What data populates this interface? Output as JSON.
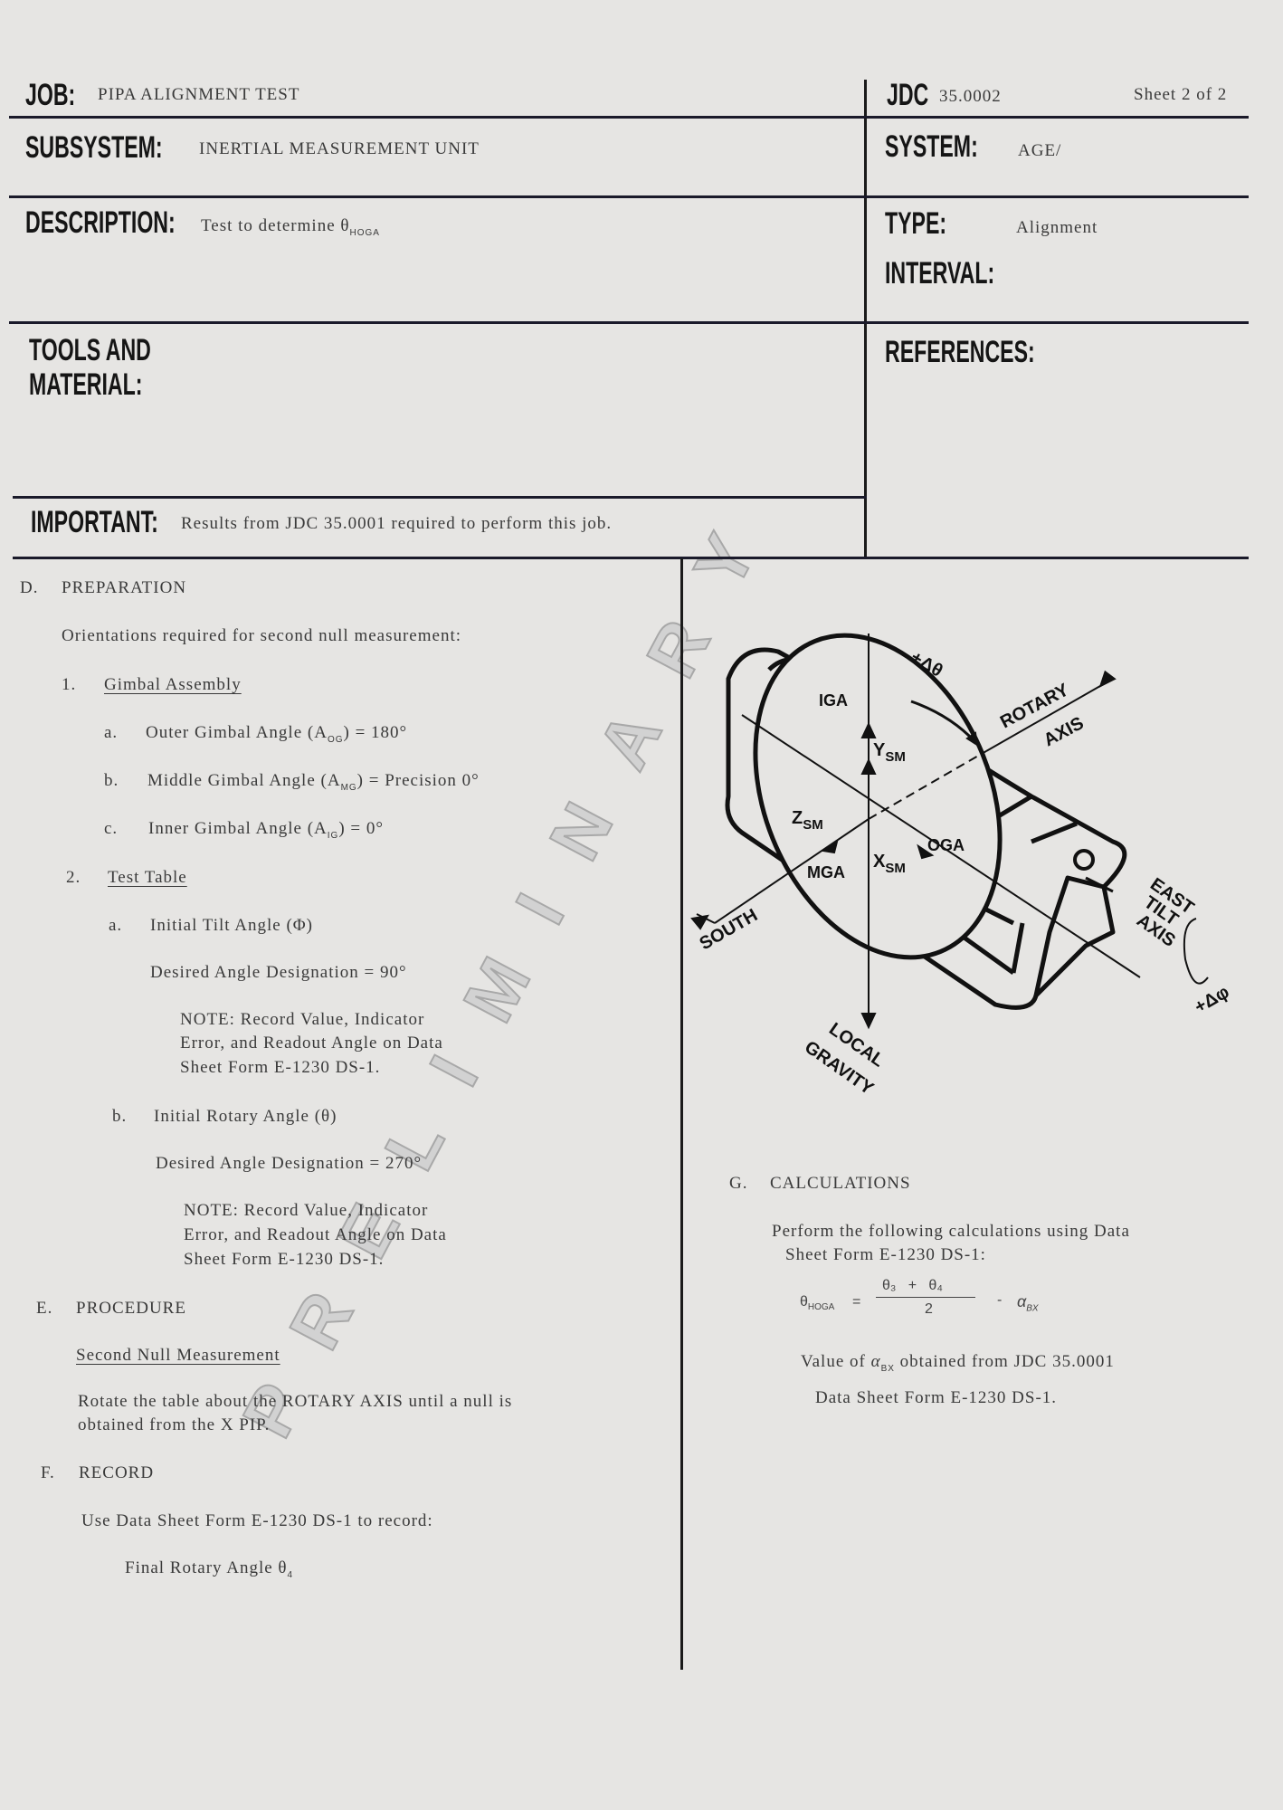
{
  "header": {
    "job_label": "JOB:",
    "job_value": "PIPA ALIGNMENT TEST",
    "jdc_label": "JDC",
    "jdc_value": "35.0002",
    "sheet": "Sheet 2 of 2",
    "subsystem_label": "SUBSYSTEM:",
    "subsystem_value": "INERTIAL MEASUREMENT UNIT",
    "system_label": "SYSTEM:",
    "system_value": "AGE/",
    "description_label": "DESCRIPTION:",
    "description_value": "Test to determine θ",
    "description_sub": "HOGA",
    "type_label": "TYPE:",
    "type_value": "Alignment",
    "interval_label": "INTERVAL:",
    "tools_label_1": "TOOLS AND",
    "tools_label_2": "MATERIAL:",
    "references_label": "REFERENCES:",
    "important_label": "IMPORTANT:",
    "important_value": "Results from JDC 35.0001 required to perform this job."
  },
  "watermark": "PRELIMINARY",
  "preparation": {
    "letter": "D.",
    "title": "PREPARATION",
    "intro": "Orientations required for second null measurement:",
    "gimbal": {
      "num": "1.",
      "title": "Gimbal Assembly",
      "items": [
        {
          "letter": "a.",
          "text": "Outer Gimbal Angle (A",
          "sub": "OG",
          "value": ")  =  180°"
        },
        {
          "letter": "b.",
          "text": "Middle Gimbal Angle (A",
          "sub": "MG",
          "value": ")  =  Precision 0°"
        },
        {
          "letter": "c.",
          "text": "Inner Gimbal Angle (A",
          "sub": "IG",
          "value": ")  =  0°"
        }
      ]
    },
    "table": {
      "num": "2.",
      "title": "Test Table",
      "tilt": {
        "letter": "a.",
        "title": "Initial Tilt Angle (Φ)",
        "desired": "Desired Angle Designation  =  90°",
        "note": [
          "NOTE:  Record Value, Indicator",
          "Error,  and Readout Angle on Data",
          "Sheet Form E-1230 DS-1."
        ]
      },
      "rotary": {
        "letter": "b.",
        "title": "Initial Rotary Angle (θ)",
        "desired": "Desired Angle Designation  =  270°",
        "note": [
          "NOTE:  Record Value, Indicator",
          "Error,  and Readout Angle on Data",
          "Sheet Form E-1230 DS-1."
        ]
      }
    }
  },
  "procedure": {
    "letter": "E.",
    "title": "PROCEDURE",
    "subtitle": "Second Null Measurement",
    "text": [
      "Rotate the table about the ROTARY AXIS until a null is",
      "obtained from the X PIP."
    ]
  },
  "record": {
    "letter": "F.",
    "title": "RECORD",
    "text": "Use Data Sheet Form E-1230 DS-1 to record:",
    "item": "Final Rotary Angle θ",
    "item_sub": "4"
  },
  "calculations": {
    "letter": "G.",
    "title": "CALCULATIONS",
    "text": [
      "Perform the following calculations using Data",
      "Sheet Form E-1230 DS-1:"
    ],
    "formula": {
      "lhs": "θ",
      "lhs_sub": "HOGA",
      "eq": "=",
      "num": "θ₃   +   θ₄",
      "den": "2",
      "minus": "-",
      "alpha": "α",
      "alpha_sub": "BX"
    },
    "value_note_1a": "Value of ",
    "value_note_alpha": "α",
    "value_note_sub": "BX",
    "value_note_1b": " obtained from JDC 35.0001",
    "value_note_2": "Data Sheet Form E-1230 DS-1."
  },
  "diagram": {
    "delta_theta": "+Δθ",
    "rotary_axis_1": "ROTARY",
    "rotary_axis_2": "AXIS",
    "iga": "IGA",
    "ysm": "Y",
    "zsm": "Z",
    "xsm": "X",
    "sm": "SM",
    "oga": "OGA",
    "mga": "MGA",
    "south": "SOUTH",
    "east": "EAST",
    "tilt": "TILT",
    "axis": "AXIS",
    "delta_phi": "+Δφ",
    "local": "LOCAL",
    "gravity": "GRAVITY"
  }
}
